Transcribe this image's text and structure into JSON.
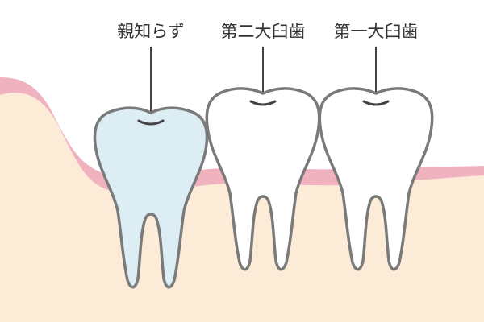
{
  "labels": {
    "wisdom_tooth": "親知らず",
    "second_molar": "第二大臼歯",
    "first_molar": "第一大臼歯"
  },
  "colors": {
    "gum": "#f1b2c0",
    "bone": "#fcebd7",
    "outline": "#7a7a7a",
    "wisdom_fill": "#dcedf4",
    "molar_fill": "#ffffff",
    "text": "#333333"
  }
}
